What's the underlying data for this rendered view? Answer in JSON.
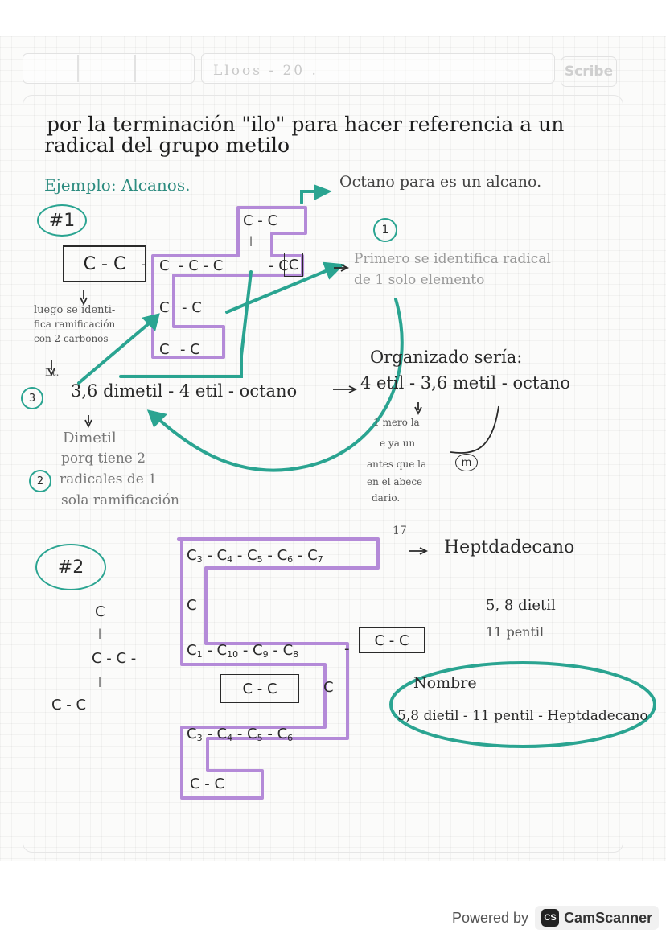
{
  "header": {
    "topic": "Lloos - 20 .",
    "scribe_label": "Scribe"
  },
  "intro": {
    "line1": "por la terminación \"ilo\" para hacer referencia a un",
    "line2": "radical del grupo metilo"
  },
  "example1": {
    "heading": "Ejemplo: Alcanos.",
    "badge": "#1",
    "octano_note": "Octano para es un alcano.",
    "left_box": "C - C",
    "step1_num": "1",
    "step1_text": [
      "Primero se identifica radical",
      "de 1 solo elemento"
    ],
    "side_note": [
      "luego se identi-",
      "fica ramificación",
      "con 2 carbonos",
      "Et."
    ],
    "step3_num": "3",
    "name": "3,6 dimetil - 4 etil - octano",
    "organized_label": "Organizado sería:",
    "organized_name": "4 etil - 3,6 metil - octano",
    "dimetil_note": [
      "Dimetil",
      "porq tiene 2",
      "radicales de 1",
      "sola ramificación"
    ],
    "step2_num": "2",
    "order_note": [
      "1 mero la",
      "e ya un",
      "antes que la",
      "en el abece",
      "dario."
    ],
    "order_circle": "m",
    "main_chain": {
      "row1": "C - C",
      "row2_a": "C",
      "row2_b": "- C - C",
      "row2_c": "- C",
      "row3_a": "C",
      "row3_b": "- C",
      "row4_a": "C",
      "row4_b": "- C"
    }
  },
  "example2": {
    "badge": "#2",
    "count": "17",
    "name_label": "Heptdadecano",
    "sub1": "5, 8 dietil",
    "sub2": "11 pentil",
    "nombre_label": "Nombre",
    "final_name": "5,8 dietil - 11 pentil - Heptdadecano",
    "box_cc1": "C - C",
    "box_cc2": "C - C",
    "left_branch": {
      "top_c": "C",
      "mid": "C - C -",
      "bottom": "C - C"
    },
    "chain": {
      "row1": [
        "C",
        "- C",
        "- C",
        "- C",
        "- C"
      ],
      "row1_subs": [
        "3",
        "4",
        "5",
        "6",
        "7"
      ],
      "c_mid": "C",
      "row2": [
        "C",
        "- C",
        "- C",
        "- C"
      ],
      "row2_subs": [
        "1",
        "10",
        "9",
        "8"
      ],
      "c_right": "C",
      "row3": [
        "C",
        "- C",
        "- C",
        "- C"
      ],
      "row3_subs": [
        "3",
        "4",
        "5",
        "6"
      ],
      "row4": "C - C"
    }
  },
  "footer": {
    "powered": "Powered by",
    "brand": "CamScanner",
    "brand_icon": "CS"
  },
  "colors": {
    "teal": "#2aa491",
    "purple": "#b48ad8",
    "ink": "#2a2a2a"
  }
}
